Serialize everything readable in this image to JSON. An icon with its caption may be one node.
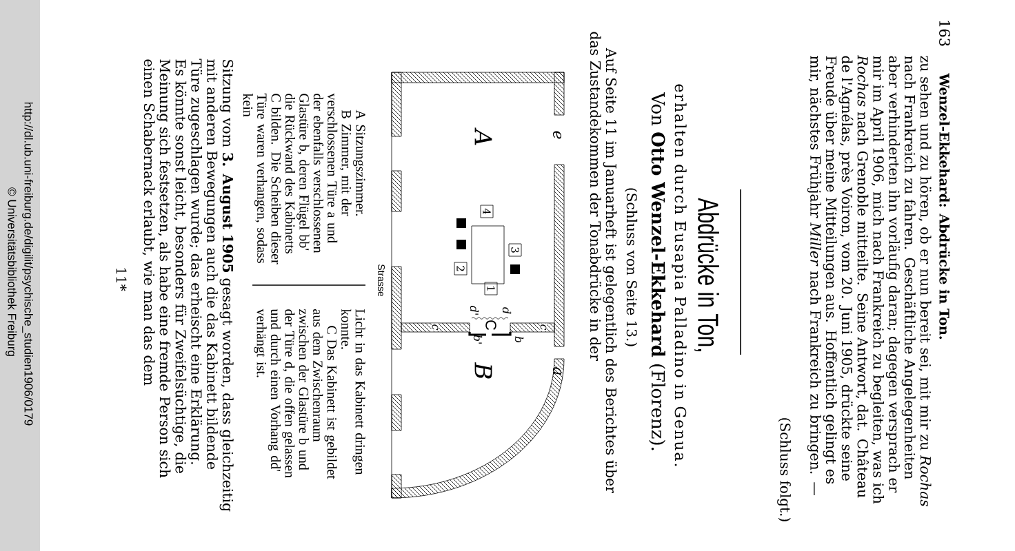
{
  "diagram": {
    "title": "Abdrücke in Ton,",
    "nodes": [
      {
        "text": [
          "1"
        ]
      },
      {
        "text": [
          "2"
        ]
      },
      {
        "text": [
          "3"
        ]
      },
      {
        "text": [
          "4"
        ]
      }
    ],
    "labels": [
      "Wenzel-Ekkehard: Abdrücke in Ton.",
      "163",
      "zu sehen und zu hören, ob er nun bereit sei, mit mir zu *Rochas* nach Frankreich zu fahren. Geschäftliche Angelegenheiten aber verhinderten ihn vorläufig daran; dagegen versprach er mir im April 1906, mich nach Frankreich zu begleiten, was ich *Rochas* nach Grenoble mitteilte. Seine Antwort, dat. Château de l'Agnélas, près Voiron, vom 20. Juni 1905, drückte seine Freude über meine Mitteilungen aus. Hoffentlich gelingt es mir, nächstes Frühjahr *Miller* nach Frankreich zu bringen. —",
      "(Schluss folgt.)",
      "erhalten durch Eusapia Palladino in Genua.",
      "Von **Otto Wenzel-Ekkehard** (Florenz).",
      "(Schluss von Seite 13.)",
      "Auf Seite 11 im Januarheft ist gelegentlich des Berichtes über das Zustandekommen der Tonabdrücke in der",
      "e",
      "A",
      "a",
      "B",
      "d'",
      "d",
      "C",
      "c",
      "c",
      "b'",
      "b",
      "Strasse",
      "A Sitzungszimmer.",
      "B Zimmer, mit der verschlossenen Türe a und der ebenfalls verschlossenen Glastüre b, deren Flügel bb' die Rückwand des Kabinetts C bilden. Die Scheiben dieser Türe waren verhangen, sodass kein",
      "Licht in das Kabinett dringen konnte.",
      "C Das Kabinett ist gebildet aus dem Zwischenraum zwischen der Glastüre b und der Türe d, die offen gelassen und durch einen Vorhang dd' verhängt ist.",
      "Sitzung vom **3. August 1905** gesagt worden, dass gleichzeitig mit anderen Bewegungen auch die das Kabinett bildende Türe zugeschlagen wurde; das erheischt eine Erklärung. Es könnte sonst leicht, besonders für Zweifelsüchtige, die Meinung sich festsetzen, als habe eine fremde Person sich einen Schabernack erlaubt, wie man das dem",
      "11*",
      "http://dl.ub.uni-freiburg.de/digilit/psychische_studien1906/0179",
      "© Universitätsbibliothek Freiburg"
    ]
  }
}
